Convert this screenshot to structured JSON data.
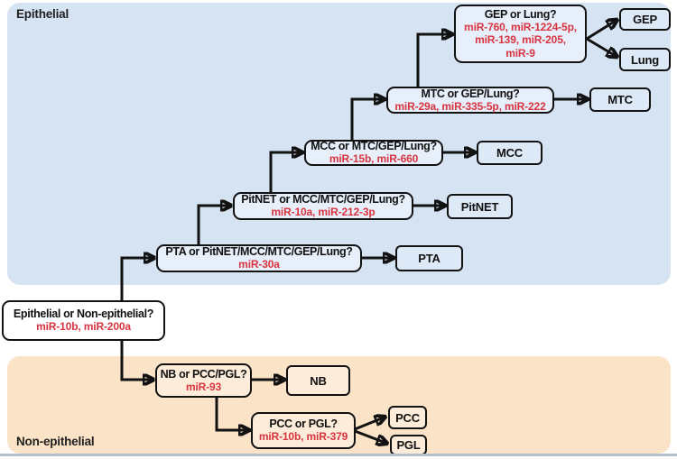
{
  "figure": {
    "regions": {
      "epithelial": {
        "label": "Epithelial"
      },
      "non_epithelial": {
        "label": "Non-epithelial"
      }
    },
    "nodes": {
      "root": {
        "question": "Epithelial or Non-epithelial?",
        "mirnas": "miR-10b, miR-200a"
      },
      "pta": {
        "question": "PTA or PitNET/MCC/MTC/GEP/Lung?",
        "mirnas": "miR-30a"
      },
      "pitnet": {
        "question": "PitNET or MCC/MTC/GEP/Lung?",
        "mirnas": "miR-10a, miR-212-3p"
      },
      "mcc": {
        "question": "MCC or MTC/GEP/Lung?",
        "mirnas": "miR-15b, miR-660"
      },
      "mtc": {
        "question": "MTC or GEP/Lung?",
        "mirnas": "miR-29a, miR-335-5p, miR-222"
      },
      "gep_lung": {
        "question": "GEP or Lung?",
        "mirnas": "miR-760, miR-1224-5p,\nmiR-139, miR-205,\nmiR-9"
      },
      "nb": {
        "question": "NB or PCC/PGL?",
        "mirnas": "miR-93"
      },
      "pcc_pgl": {
        "question": "PCC or PGL?",
        "mirnas": "miR-10b, miR-379"
      }
    },
    "terminals": {
      "gep": "GEP",
      "lung": "Lung",
      "mtc": "MTC",
      "mcc": "MCC",
      "pitnet": "PitNET",
      "pta": "PTA",
      "nb": "NB",
      "pcc": "PCC",
      "pgl": "PGL"
    },
    "colors": {
      "epithelial_bg": "#d6e3f3",
      "non_epithelial_bg": "#fae3c6",
      "mirna_red": "#d8343f",
      "line_black": "#121212"
    }
  }
}
